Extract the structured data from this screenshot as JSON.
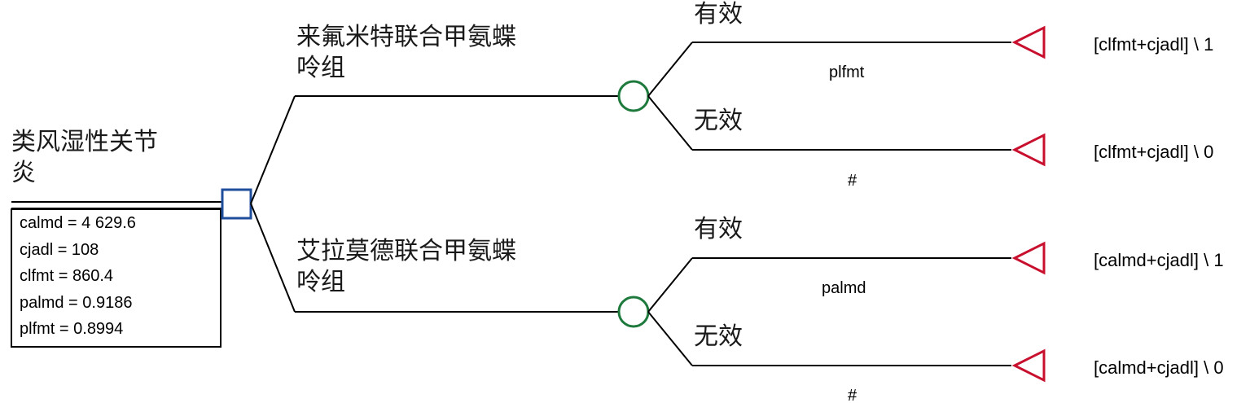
{
  "root": {
    "label_line1": "类风湿性关节",
    "label_line2": "炎"
  },
  "variables": [
    "calmd = 4 629.6",
    "cjadl = 108",
    "clfmt = 860.4",
    "palmd = 0.9186",
    "plfmt = 0.8994"
  ],
  "strategies": [
    {
      "label_line1": "来氟米特联合甲氨蝶",
      "label_line2": "呤组",
      "probability": "plfmt",
      "outcomes": [
        {
          "label": "有效",
          "payoff": "[clfmt+cjadl] \\ 1"
        },
        {
          "label": "无效",
          "payoff": "[clfmt+cjadl] \\ 0",
          "probability": "#"
        }
      ]
    },
    {
      "label_line1": "艾拉莫德联合甲氨蝶",
      "label_line2": "呤组",
      "probability": "palmd",
      "outcomes": [
        {
          "label": "有效",
          "payoff": "[calmd+cjadl] \\ 1"
        },
        {
          "label": "无效",
          "payoff": "[calmd+cjadl] \\ 0",
          "probability": "#"
        }
      ]
    }
  ],
  "colors": {
    "decision_node": "#1f4e9c",
    "chance_node": "#1e7a3c",
    "terminal_node": "#c8102e"
  }
}
